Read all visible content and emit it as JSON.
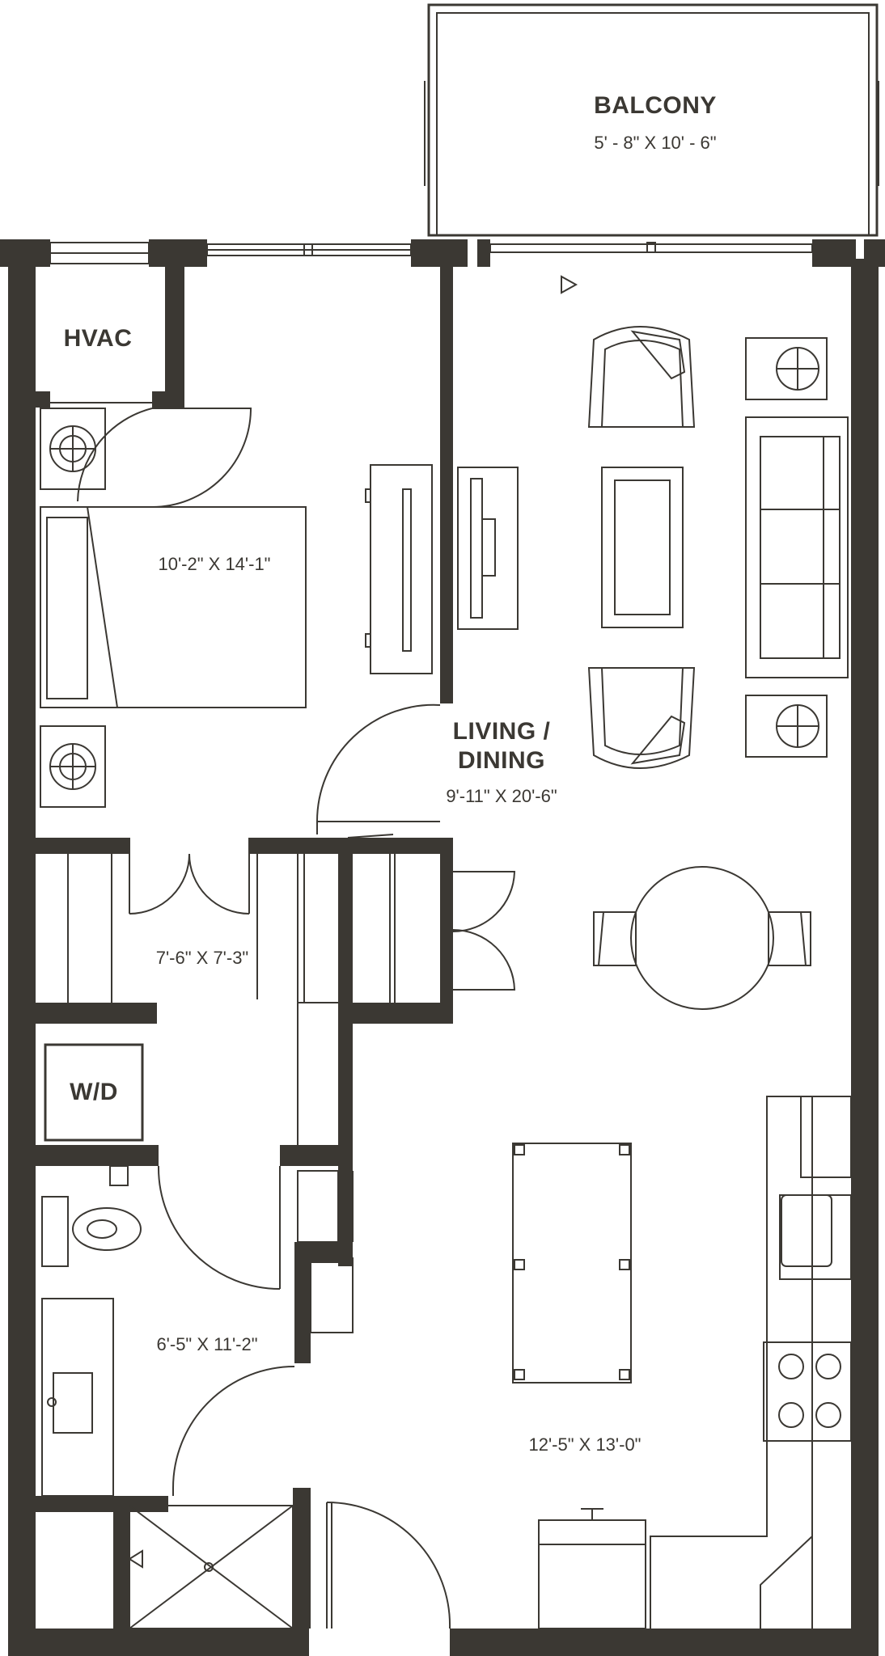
{
  "colors": {
    "wall": "#3b3833",
    "background": "#ffffff"
  },
  "rooms": {
    "balcony": {
      "name": "BALCONY",
      "dim": "5' - 8\" X 10' - 6\""
    },
    "hvac": {
      "name": "HVAC"
    },
    "bedroom": {
      "dim": "10'-2\" X 14'-1\""
    },
    "living": {
      "name_line1": "LIVING /",
      "name_line2": "DINING",
      "dim": "9'-11\" X 20'-6\""
    },
    "closet": {
      "dim": "7'-6\" X 7'-3\""
    },
    "laundry": {
      "name": "W/D"
    },
    "bath": {
      "dim": "6'-5\" X 11'-2\""
    },
    "kitchen": {
      "dim": "12'-5\" X 13'-0\""
    }
  }
}
